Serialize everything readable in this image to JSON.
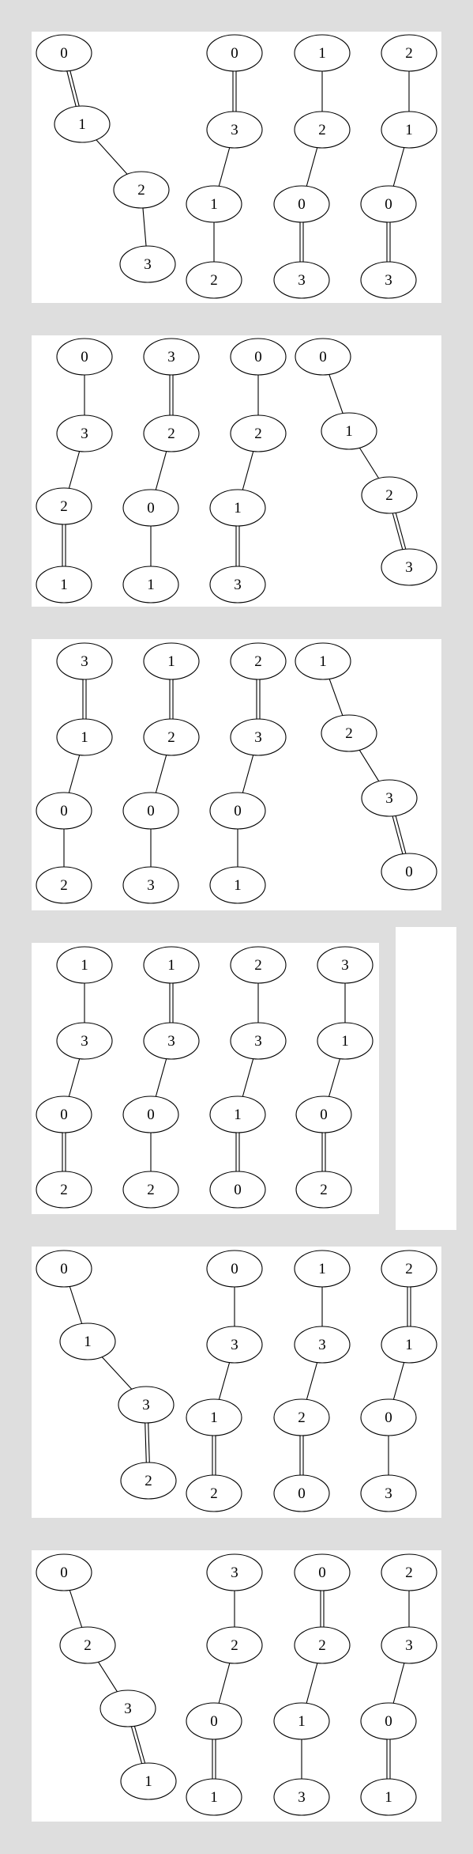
{
  "colors": {
    "background": "#dedede",
    "panel": "#ffffff",
    "stroke": "#000000"
  },
  "panels": [
    {
      "graphs": [
        {
          "nodes": [
            "0",
            "1",
            "2",
            "3"
          ],
          "edges": [
            [
              0,
              1,
              "double"
            ],
            [
              1,
              2,
              "single"
            ],
            [
              2,
              3,
              "single"
            ]
          ]
        },
        {
          "nodes": [
            "0",
            "3",
            "1",
            "2"
          ],
          "edges": [
            [
              0,
              1,
              "double"
            ],
            [
              1,
              2,
              "single"
            ],
            [
              2,
              3,
              "single"
            ]
          ]
        },
        {
          "nodes": [
            "1",
            "2",
            "0",
            "3"
          ],
          "edges": [
            [
              0,
              1,
              "single"
            ],
            [
              1,
              2,
              "single"
            ],
            [
              2,
              3,
              "double"
            ]
          ]
        },
        {
          "nodes": [
            "2",
            "1",
            "0",
            "3"
          ],
          "edges": [
            [
              0,
              1,
              "single"
            ],
            [
              1,
              2,
              "single"
            ],
            [
              2,
              3,
              "double"
            ]
          ]
        }
      ]
    },
    {
      "graphs": [
        {
          "nodes": [
            "0",
            "3",
            "2",
            "1"
          ],
          "edges": [
            [
              0,
              1,
              "single"
            ],
            [
              1,
              2,
              "single"
            ],
            [
              2,
              3,
              "double"
            ]
          ]
        },
        {
          "nodes": [
            "3",
            "2",
            "0",
            "1"
          ],
          "edges": [
            [
              0,
              1,
              "double"
            ],
            [
              1,
              2,
              "single"
            ],
            [
              2,
              3,
              "single"
            ]
          ]
        },
        {
          "nodes": [
            "0",
            "2",
            "1",
            "3"
          ],
          "edges": [
            [
              0,
              1,
              "single"
            ],
            [
              1,
              2,
              "single"
            ],
            [
              2,
              3,
              "double"
            ]
          ]
        },
        {
          "nodes": [
            "0",
            "1",
            "2",
            "3"
          ],
          "edges": [
            [
              0,
              1,
              "single"
            ],
            [
              1,
              2,
              "single"
            ],
            [
              2,
              3,
              "double"
            ]
          ]
        }
      ]
    },
    {
      "graphs": [
        {
          "nodes": [
            "3",
            "1",
            "0",
            "2"
          ],
          "edges": [
            [
              0,
              1,
              "double"
            ],
            [
              1,
              2,
              "single"
            ],
            [
              2,
              3,
              "single"
            ]
          ]
        },
        {
          "nodes": [
            "1",
            "2",
            "0",
            "3"
          ],
          "edges": [
            [
              0,
              1,
              "double"
            ],
            [
              1,
              2,
              "single"
            ],
            [
              2,
              3,
              "single"
            ]
          ]
        },
        {
          "nodes": [
            "2",
            "3",
            "0",
            "1"
          ],
          "edges": [
            [
              0,
              1,
              "double"
            ],
            [
              1,
              2,
              "single"
            ],
            [
              2,
              3,
              "single"
            ]
          ]
        },
        {
          "nodes": [
            "1",
            "2",
            "3",
            "0"
          ],
          "edges": [
            [
              0,
              1,
              "single"
            ],
            [
              1,
              2,
              "single"
            ],
            [
              2,
              3,
              "double"
            ]
          ]
        }
      ]
    },
    {
      "graphs": [
        {
          "nodes": [
            "1",
            "3",
            "0",
            "2"
          ],
          "edges": [
            [
              0,
              1,
              "single"
            ],
            [
              1,
              2,
              "single"
            ],
            [
              2,
              3,
              "double"
            ]
          ]
        },
        {
          "nodes": [
            "1",
            "3",
            "0",
            "2"
          ],
          "edges": [
            [
              0,
              1,
              "double"
            ],
            [
              1,
              2,
              "single"
            ],
            [
              2,
              3,
              "single"
            ]
          ]
        },
        {
          "nodes": [
            "2",
            "3",
            "1",
            "0"
          ],
          "edges": [
            [
              0,
              1,
              "single"
            ],
            [
              1,
              2,
              "single"
            ],
            [
              2,
              3,
              "double"
            ]
          ]
        },
        {
          "nodes": [
            "3",
            "1",
            "0",
            "2"
          ],
          "edges": [
            [
              0,
              1,
              "single"
            ],
            [
              1,
              2,
              "single"
            ],
            [
              2,
              3,
              "double"
            ]
          ]
        }
      ]
    },
    {
      "graphs": [
        {
          "nodes": [
            "0",
            "1",
            "3",
            "2"
          ],
          "edges": [
            [
              0,
              1,
              "single"
            ],
            [
              1,
              2,
              "single"
            ],
            [
              2,
              3,
              "double"
            ]
          ]
        },
        {
          "nodes": [
            "0",
            "3",
            "1",
            "2"
          ],
          "edges": [
            [
              0,
              1,
              "single"
            ],
            [
              1,
              2,
              "single"
            ],
            [
              2,
              3,
              "double"
            ]
          ]
        },
        {
          "nodes": [
            "1",
            "3",
            "2",
            "0"
          ],
          "edges": [
            [
              0,
              1,
              "single"
            ],
            [
              1,
              2,
              "single"
            ],
            [
              2,
              3,
              "double"
            ]
          ]
        },
        {
          "nodes": [
            "2",
            "1",
            "0",
            "3"
          ],
          "edges": [
            [
              0,
              1,
              "double"
            ],
            [
              1,
              2,
              "single"
            ],
            [
              2,
              3,
              "single"
            ]
          ]
        }
      ]
    },
    {
      "graphs": [
        {
          "nodes": [
            "0",
            "2",
            "3",
            "1"
          ],
          "edges": [
            [
              0,
              1,
              "single"
            ],
            [
              1,
              2,
              "single"
            ],
            [
              2,
              3,
              "double"
            ]
          ]
        },
        {
          "nodes": [
            "3",
            "2",
            "0",
            "1"
          ],
          "edges": [
            [
              0,
              1,
              "single"
            ],
            [
              1,
              2,
              "single"
            ],
            [
              2,
              3,
              "double"
            ]
          ]
        },
        {
          "nodes": [
            "0",
            "2",
            "1",
            "3"
          ],
          "edges": [
            [
              0,
              1,
              "double"
            ],
            [
              1,
              2,
              "single"
            ],
            [
              2,
              3,
              "single"
            ]
          ]
        },
        {
          "nodes": [
            "2",
            "3",
            "0",
            "1"
          ],
          "edges": [
            [
              0,
              1,
              "single"
            ],
            [
              1,
              2,
              "single"
            ],
            [
              2,
              3,
              "double"
            ]
          ]
        }
      ]
    }
  ]
}
